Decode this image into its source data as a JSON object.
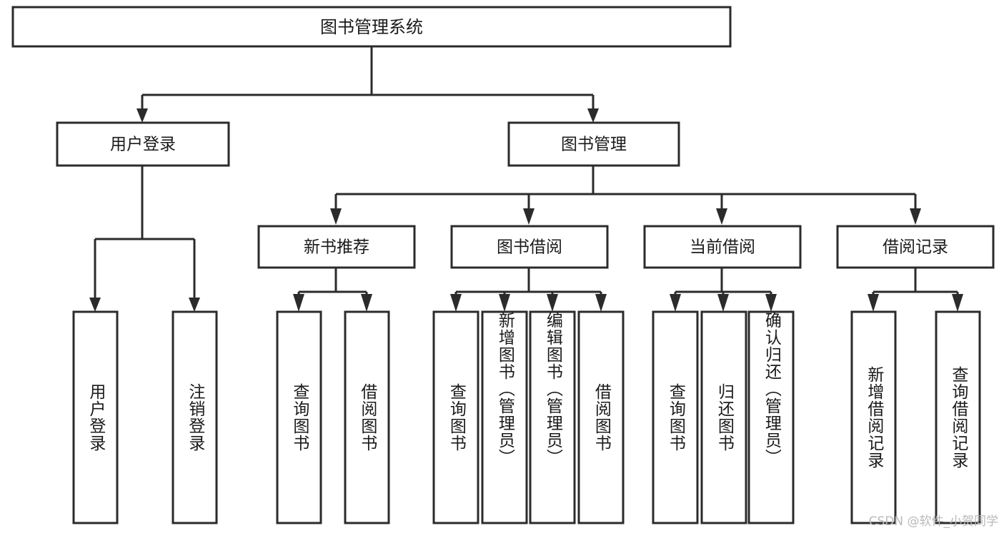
{
  "diagram": {
    "type": "tree",
    "title": "图书管理系统",
    "watermark": "CSDN @软件_小贺同学",
    "colors": {
      "stroke": "#2b2b2b",
      "fill": "#ffffff",
      "text": "#1a1a1a",
      "watermark": "#b9b9b9"
    },
    "root": {
      "label": "图书管理系统",
      "orientation": "horizontal"
    },
    "level2": [
      {
        "label": "用户登录",
        "orientation": "horizontal"
      },
      {
        "label": "图书管理",
        "orientation": "horizontal"
      }
    ],
    "level3": [
      {
        "label": "新书推荐",
        "orientation": "horizontal"
      },
      {
        "label": "图书借阅",
        "orientation": "horizontal"
      },
      {
        "label": "当前借阅",
        "orientation": "horizontal"
      },
      {
        "label": "借阅记录",
        "orientation": "horizontal"
      }
    ],
    "leaves": [
      {
        "label": "用户登录",
        "parent": "用户登录",
        "orientation": "vertical"
      },
      {
        "label": "注销登录",
        "parent": "用户登录",
        "orientation": "vertical"
      },
      {
        "label": "查询图书",
        "parent": "新书推荐",
        "orientation": "vertical"
      },
      {
        "label": "借阅图书",
        "parent": "新书推荐",
        "orientation": "vertical"
      },
      {
        "label": "查询图书",
        "parent": "图书借阅",
        "orientation": "vertical"
      },
      {
        "label": "新增图书（管理员）",
        "parent": "图书借阅",
        "orientation": "vertical"
      },
      {
        "label": "编辑图书（管理员）",
        "parent": "图书借阅",
        "orientation": "vertical"
      },
      {
        "label": "借阅图书",
        "parent": "图书借阅",
        "orientation": "vertical"
      },
      {
        "label": "查询图书",
        "parent": "当前借阅",
        "orientation": "vertical"
      },
      {
        "label": "归还图书",
        "parent": "当前借阅",
        "orientation": "vertical"
      },
      {
        "label": "确认归还（管理员）",
        "parent": "当前借阅",
        "orientation": "vertical"
      },
      {
        "label": "新增借阅记录",
        "parent": "借阅记录",
        "orientation": "vertical"
      },
      {
        "label": "查询借阅记录",
        "parent": "借阅记录",
        "orientation": "vertical"
      }
    ]
  }
}
